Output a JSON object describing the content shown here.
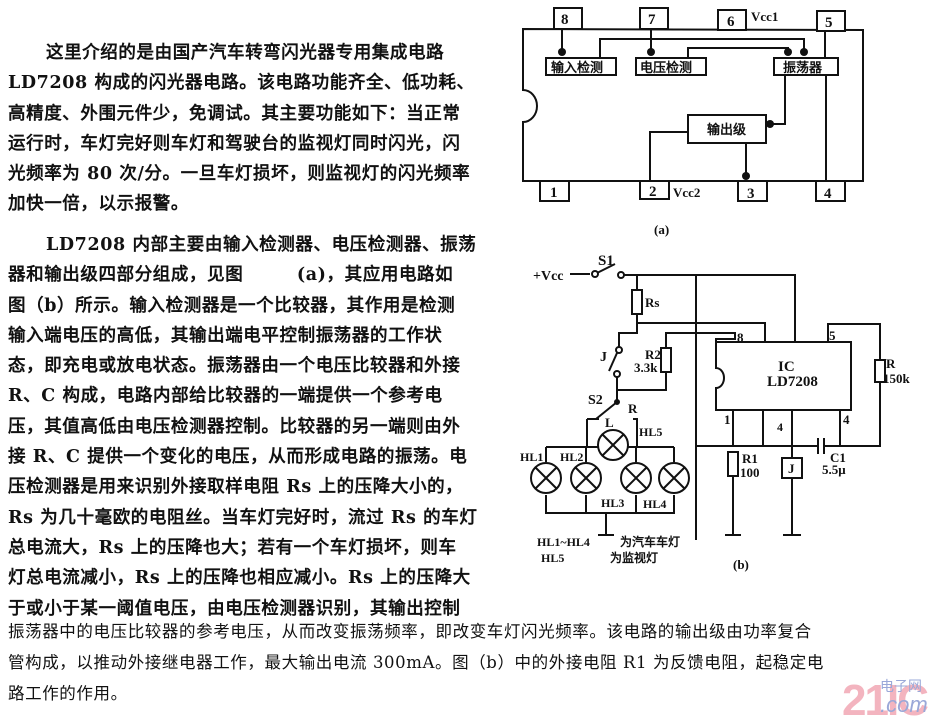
{
  "article": {
    "paragraph1": [
      "这里介绍的是由国产汽车转弯闪光器专用集成电路",
      "LD7208 构成的闪光器电路。该电路功能齐全、低功耗、",
      "高精度、外围元件少，免调试。其主要功能如下：当正常",
      "运行时，车灯完好则车灯和驾驶台的监视灯同时闪光，闪",
      "光频率为 80 次/分。一旦车灯损坏，则监视灯的闪光频率",
      "加快一倍，以示报警。"
    ],
    "paragraph2": [
      "LD7208 内部主要由输入检测器、电压检测器、振荡",
      "器和输出级四部分组成，见图        (a)，其应用电路如",
      "图（b）所示。输入检测器是一个比较器，其作用是检测",
      "输入端电压的高低，其输出端电平控制振荡器的工作状",
      "态，即充电或放电状态。振荡器由一个电压比较器和外接",
      "R、C 构成，电路内部给比较器的一端提供一个参考电",
      "压，其值高低由电压检测器控制。比较器的另一端则由外",
      "接 R、C 提供一个变化的电压，从而形成电路的振荡。电",
      "压检测器是用来识别外接取样电阻 Rs 上的压降大小的，",
      "Rs 为几十毫欧的电阻丝。当车灯完好时，流过 Rs 的车灯",
      "总电流大，Rs 上的压降也大；若有一个车灯损坏，则车",
      "灯总电流减小，Rs 上的压降也相应减小。Rs 上的压降大",
      "于或小于某一阈值电压，由电压检测器识别，其输出控制"
    ],
    "paragraph3": [
      "振荡器中的电压比较器的参考电压，从而改变振荡频率，即改变车灯闪光频率。该电路的输出级由功率复合",
      "管构成，以推动外接继电器工作，最大输出电流 300mA。图（b）中的外接电阻 R1 为反馈电阻，起稳定电",
      "路工作的作用。"
    ]
  },
  "figure_a": {
    "caption": "(a)",
    "pins_top": [
      "8",
      "7",
      "6",
      "5"
    ],
    "pins_bottom": [
      "1",
      "2",
      "3",
      "4"
    ],
    "vcc1_label": "Vcc1",
    "vcc2_label": "Vcc2",
    "blocks": {
      "input_detector": "输入检测",
      "voltage_detector": "电压检测",
      "oscillator": "振荡器",
      "output_stage": "输出级"
    }
  },
  "figure_b": {
    "caption": "(b)",
    "supply_label": "+Vcc",
    "s1_label": "S1",
    "s2_label": "S2",
    "rs_label": "Rs",
    "j_switch_label": "J",
    "r2_label": "R2",
    "r2_value": "3.3k",
    "ic_label": "IC",
    "ic_part": "LD7208",
    "pin8": "8",
    "pin5": "5",
    "pin1": "1",
    "pin4a": "4",
    "pin4b": "4",
    "r_label": "R",
    "r_value": "150k",
    "r1_label": "R1",
    "r1_value": "100",
    "c1_label": "C1",
    "c1_value": "5.5μ",
    "relay_label": "J",
    "switch_l": "L",
    "switch_r": "R",
    "lamps": [
      "HL1",
      "HL2",
      "HL3",
      "HL4",
      "HL5"
    ],
    "note_line1_left": "HL1~HL4",
    "note_line1_right": "为汽车车灯",
    "note_line2_left": "HL5",
    "note_line2_right": "为监视灯"
  },
  "watermark": {
    "brand": "21IC",
    "cn": "电子网",
    "domain": ".com"
  }
}
